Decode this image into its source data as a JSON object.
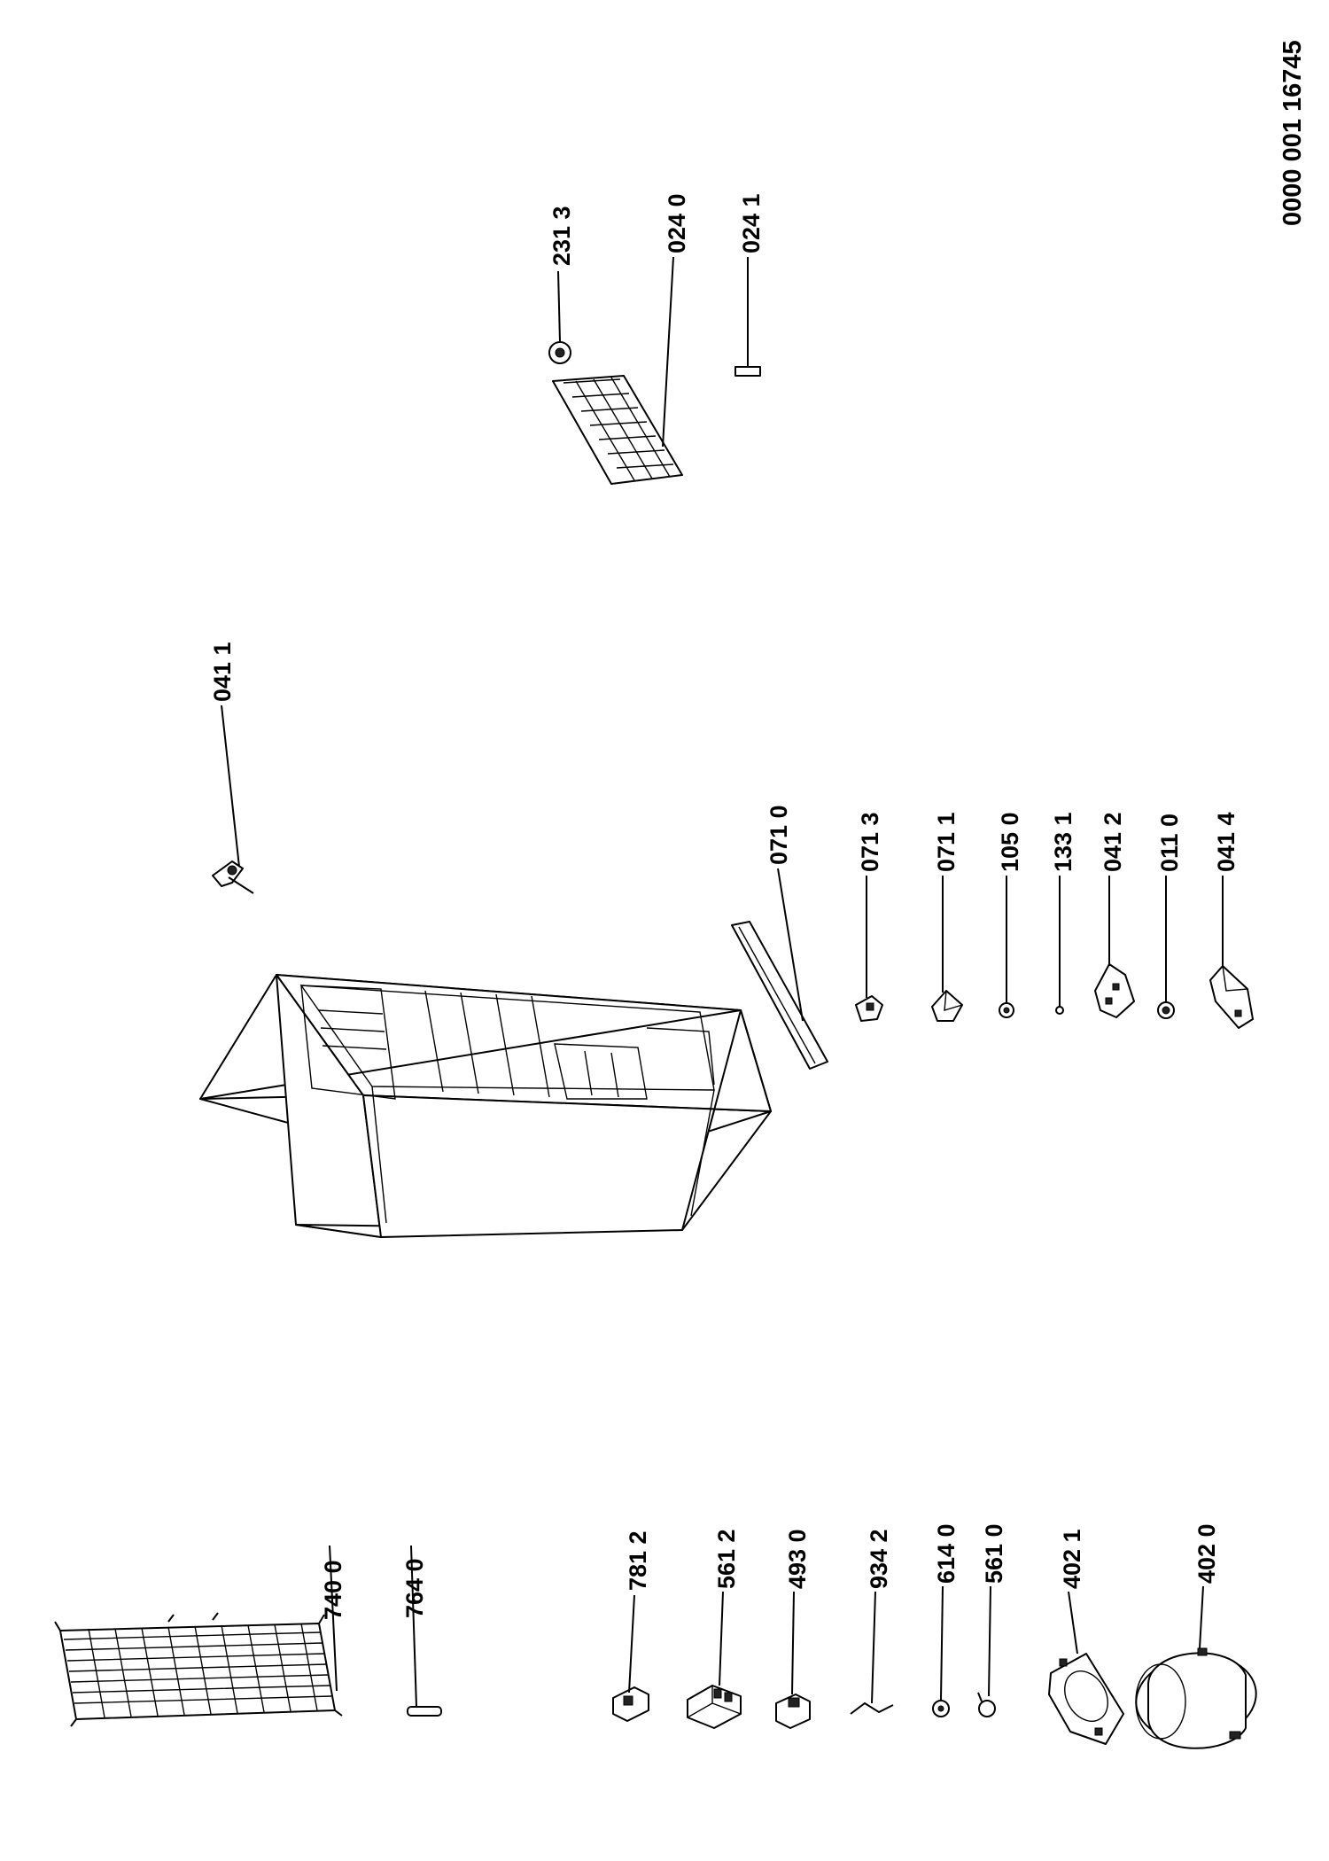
{
  "document_code": "0000 001 16745",
  "parts": {
    "p7400": "740 0",
    "p7640": "764 0",
    "p7812": "781 2",
    "p5612": "561 2",
    "p4930": "493 0",
    "p9342": "934 2",
    "p6140": "614 0",
    "p5610": "561 0",
    "p4021": "402 1",
    "p4020": "402 0",
    "p0411": "041 1",
    "p0710": "071 0",
    "p0713": "071 3",
    "p0711": "071 1",
    "p1050": "105 0",
    "p1331": "133 1",
    "p0412": "041 2",
    "p0110": "011 0",
    "p0414": "041 4",
    "p2313": "231 3",
    "p0240": "024 0",
    "p0241": "024 1"
  }
}
